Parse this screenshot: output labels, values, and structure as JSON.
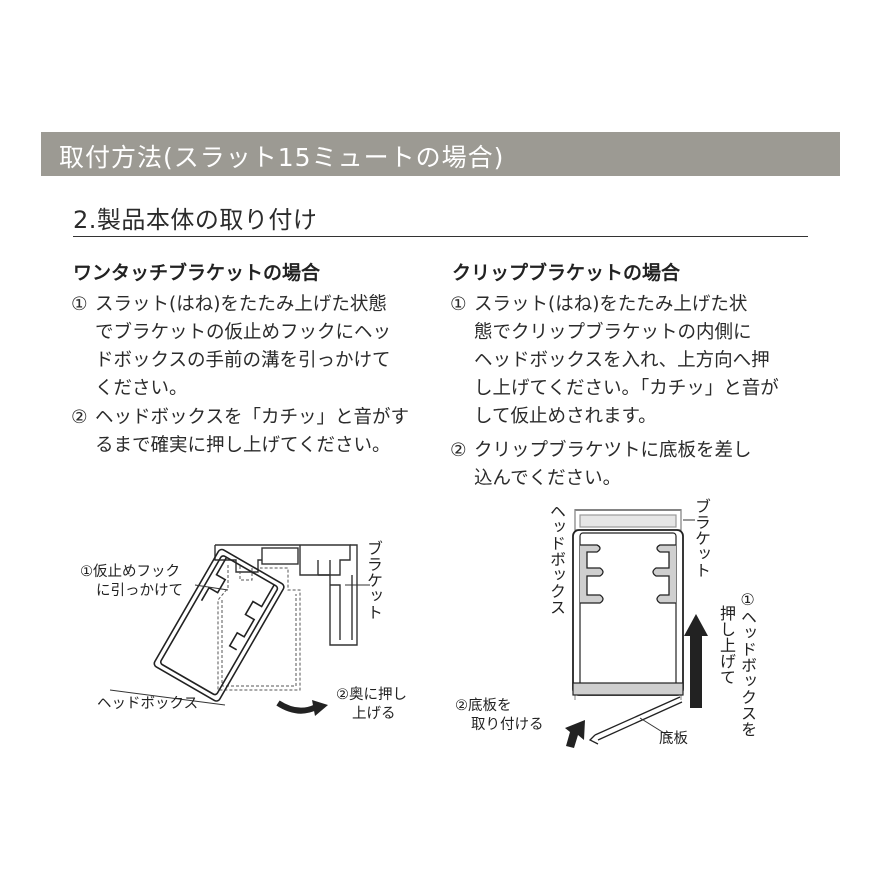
{
  "header": {
    "title": "取付方法(スラット15ミュートの場合)"
  },
  "section": {
    "title": "2.製品本体の取り付け"
  },
  "left": {
    "title": "ワンタッチブラケットの場合",
    "steps": [
      {
        "num": "①",
        "lines": [
          "スラット(はね)をたたみ上げた状態",
          "でブラケットの仮止めフックにヘッ",
          "ドボックスの手前の溝を引っかけて",
          "ください。"
        ]
      },
      {
        "num": "②",
        "lines": [
          "ヘッドボックスを「カチッ」と音がす",
          "るまで確実に押し上げてください。"
        ]
      }
    ],
    "diagram": {
      "hook_label": [
        "①仮止めフック",
        "に引っかけて"
      ],
      "bracket_label": "ブラケット",
      "headbox_label": "ヘッドボックス",
      "push_label": [
        "②奥に押し",
        "上げる"
      ]
    }
  },
  "right": {
    "title": "クリップブラケットの場合",
    "steps": [
      {
        "num": "①",
        "lines": [
          "スラット(はね)をたたみ上げた状",
          "態でクリップブラケットの内側に",
          "ヘッドボックスを入れ、上方向へ押",
          "し上げてください。「カチッ」と音が",
          "して仮止めされます。"
        ]
      },
      {
        "num": "②",
        "lines": [
          "クリップブラケツトに底板を差し",
          "込んでください。"
        ]
      }
    ],
    "diagram": {
      "headbox_label": "ヘッドボックス",
      "bracket_label": "ブラケット",
      "push_label_1": "①ヘッドボックスを",
      "push_label_2": "押し上げて",
      "attach_label": [
        "②底板を",
        "取り付ける"
      ],
      "bottom_board_label": "底板"
    }
  },
  "colors": {
    "header_bg": "#9c9a93",
    "header_text": "#ffffff",
    "text": "#2b2b2b",
    "diagram_gray": "#cfcfcf"
  }
}
